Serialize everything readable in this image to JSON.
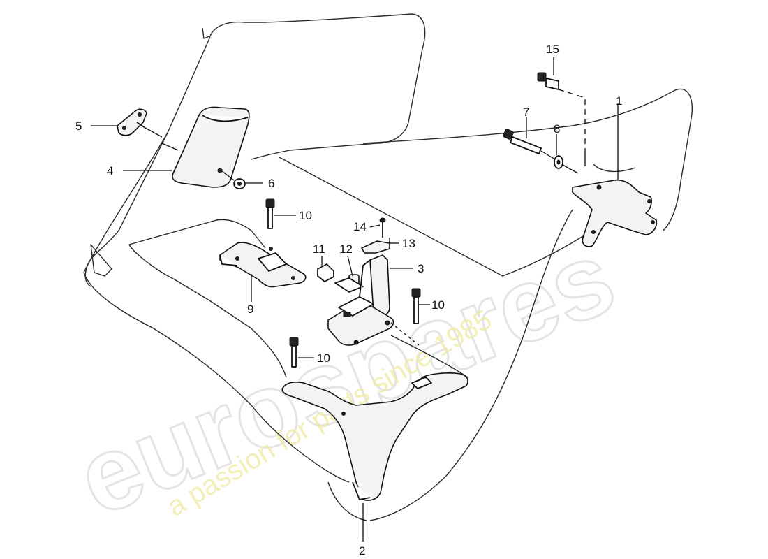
{
  "watermark": {
    "brand": "eurospares",
    "tagline": "a passion for parts since 1985"
  },
  "callouts": {
    "c1": "1",
    "c2": "2",
    "c3": "3",
    "c4": "4",
    "c5": "5",
    "c6": "6",
    "c7": "7",
    "c8": "8",
    "c9": "9",
    "c10a": "10",
    "c10b": "10",
    "c10c": "10",
    "c11": "11",
    "c12": "12",
    "c13": "13",
    "c14": "14",
    "c15": "15"
  }
}
